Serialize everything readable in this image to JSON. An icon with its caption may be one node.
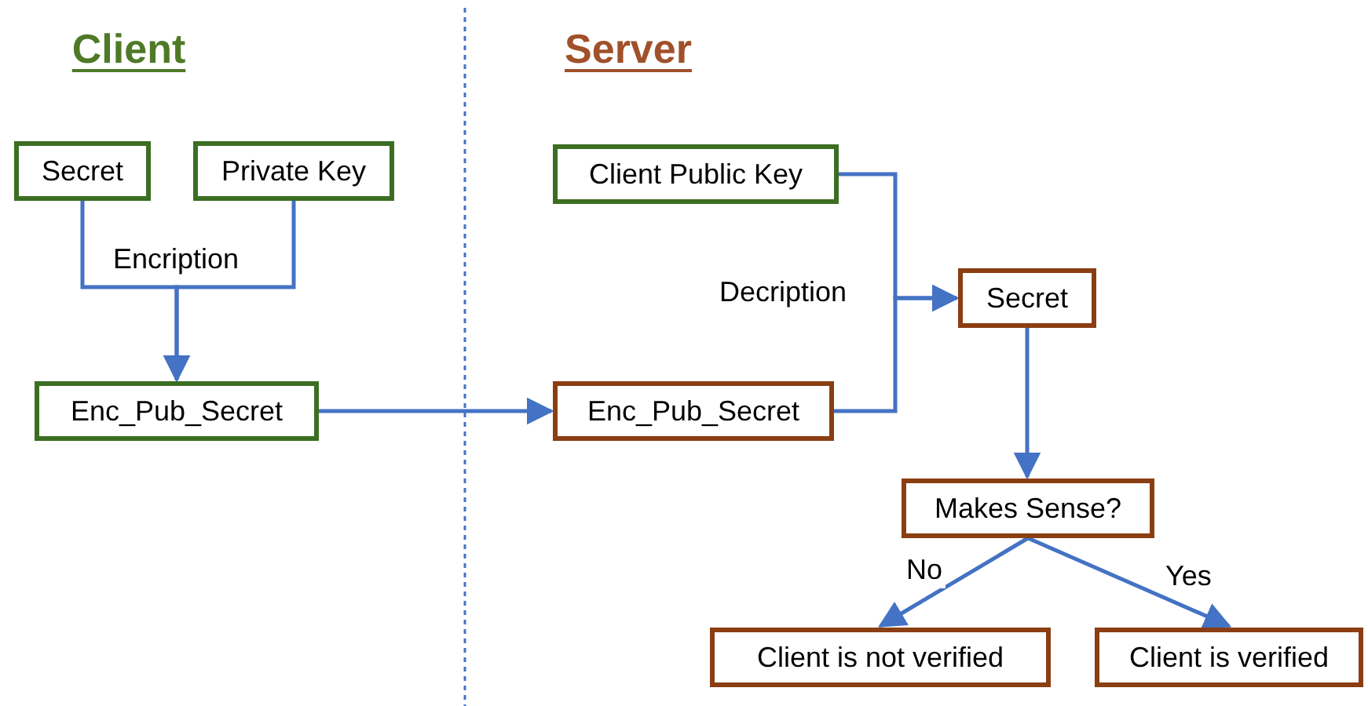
{
  "diagram": {
    "nodes": [
      {
        "text": [
          "Secret"
        ]
      },
      {
        "text": [
          "Private Key"
        ]
      },
      {
        "text": [
          "Enc_Pub_Secret"
        ]
      },
      {
        "text": [
          "Client Public Key"
        ]
      },
      {
        "text": [
          "Enc_Pub_Secret"
        ]
      },
      {
        "text": [
          "Secret"
        ]
      },
      {
        "text": [
          "Makes Sense?"
        ]
      },
      {
        "text": [
          "Client is not verified"
        ]
      },
      {
        "text": [
          "Client is verified"
        ]
      }
    ],
    "edges": [
      {
        "from": 0,
        "to": 2,
        "arrow": "to",
        "label": "Encription"
      },
      {
        "from": 1,
        "to": 2,
        "arrow": "to"
      },
      {
        "from": 2,
        "to": 4,
        "arrow": "to"
      },
      {
        "from": 3,
        "to": 5,
        "arrow": "to",
        "label": "Decription"
      },
      {
        "from": 4,
        "to": 5,
        "arrow": "to"
      },
      {
        "from": 5,
        "to": 6,
        "arrow": "to"
      },
      {
        "from": 6,
        "to": 7,
        "arrow": "to",
        "label": "No"
      },
      {
        "from": 6,
        "to": 8,
        "arrow": "to",
        "label": "Yes"
      }
    ],
    "labels": [
      "Client",
      "Server"
    ]
  }
}
